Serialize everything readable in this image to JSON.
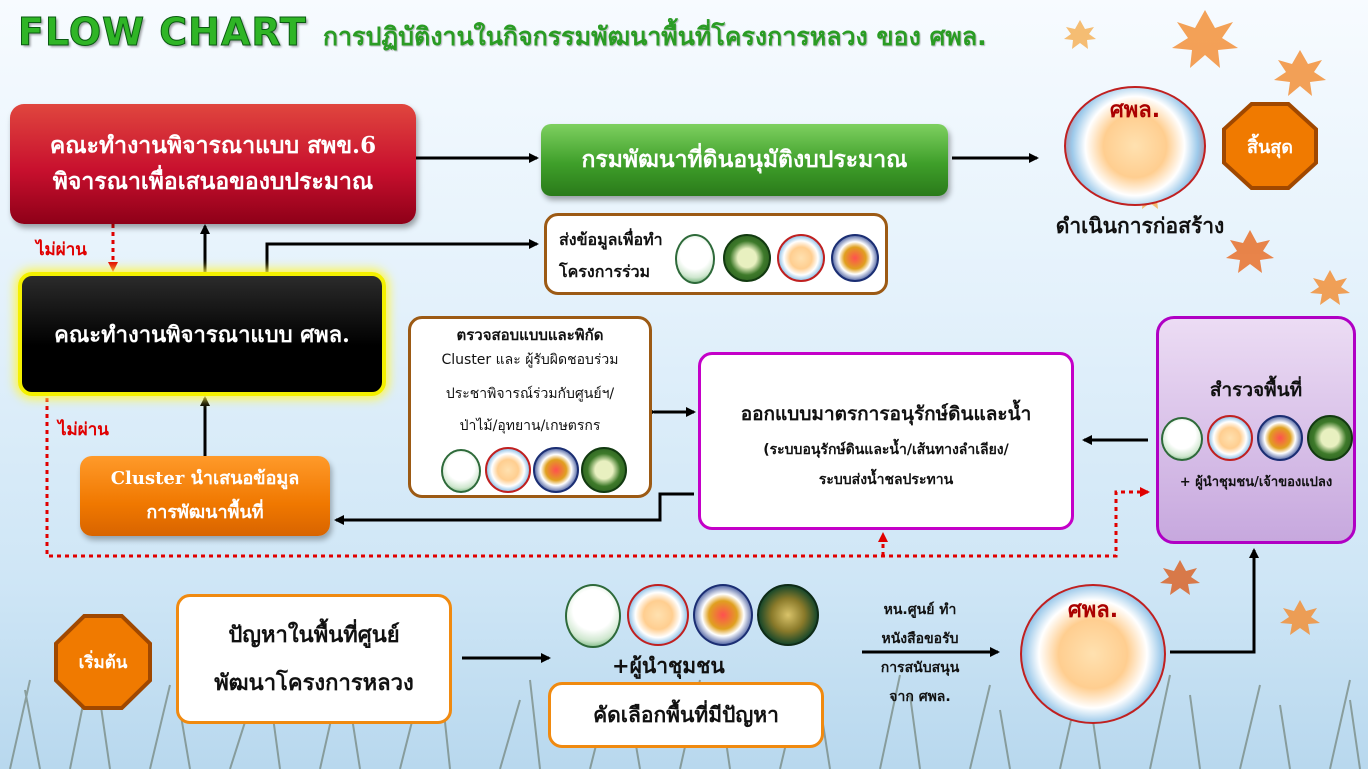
{
  "title": {
    "en": "FLOW CHART",
    "th": "การปฏิบัติงานในกิจกรรมพัฒนาพื้นที่โครงการหลวง ของ ศพล."
  },
  "nodes": {
    "committee_spk6": {
      "line1": "คณะทำงานพิจารณาแบบ สพข.6",
      "line2": "พิจารณาเพื่อเสนอของบประมาณ"
    },
    "ldd_approve": {
      "text": "กรมพัฒนาที่ดินอนุมัติงบประมาณ"
    },
    "seal_top": {
      "text": "ศพล.",
      "caption": "ดำเนินการก่อสร้าง"
    },
    "end": {
      "text": "สิ้นสุด"
    },
    "send_info": {
      "line1": "ส่งข้อมูลเพื่อทำ",
      "line2": "โครงการร่วม"
    },
    "committee_spl": {
      "text": "คณะทำงานพิจารณาแบบ ศพล."
    },
    "check_design": {
      "line1": "ตรวจสอบแบบและพิกัด",
      "line2": "Cluster และ ผู้รับผิดชอบร่วม",
      "line3": "ประชาพิจารณ์ร่วมกับศูนย์ฯ/",
      "line4": "ป่าไม้/อุทยาน/เกษตรกร"
    },
    "design_measures": {
      "line1": "ออกแบบมาตรการอนุรักษ์ดินและน้ำ",
      "line2": "(ระบบอนุรักษ์ดินและน้ำ/เส้นทางลำเลียง/",
      "line3": "ระบบส่งน้ำชลประทาน"
    },
    "survey": {
      "title": "สำรวจพื้นที่",
      "caption": "+ ผู้นำชุมชน/เจ้าของแปลง"
    },
    "cluster_propose": {
      "line1": "Cluster นำเสนอข้อมูล",
      "line2": "การพัฒนาพื้นที่"
    },
    "start": {
      "text": "เริ่มต้น"
    },
    "problem": {
      "line1": "ปัญหาในพื้นที่ศูนย์",
      "line2": "พัฒนาโครงการหลวง"
    },
    "community": {
      "caption": "+ผู้นำชุมชน"
    },
    "select_area": {
      "text": "คัดเลือกพื้นที่มีปัญหา"
    },
    "request_support": {
      "line1": "หน.ศูนย์ ทำ",
      "line2": "หนังสือขอรับ",
      "line3": "การสนับสนุน",
      "line4": "จาก ศพล."
    },
    "seal_bottom": {
      "text": "ศพล."
    }
  },
  "labels": {
    "not_pass_1": "ไม่ผ่าน",
    "not_pass_2": "ไม่ผ่าน"
  },
  "colors": {
    "title_green": "#2fb526",
    "red_box": "#c8102e",
    "green_box": "#3f9f2a",
    "orange": "#f07800",
    "purple_border": "#b000c4",
    "dotted_red": "#e00000"
  }
}
